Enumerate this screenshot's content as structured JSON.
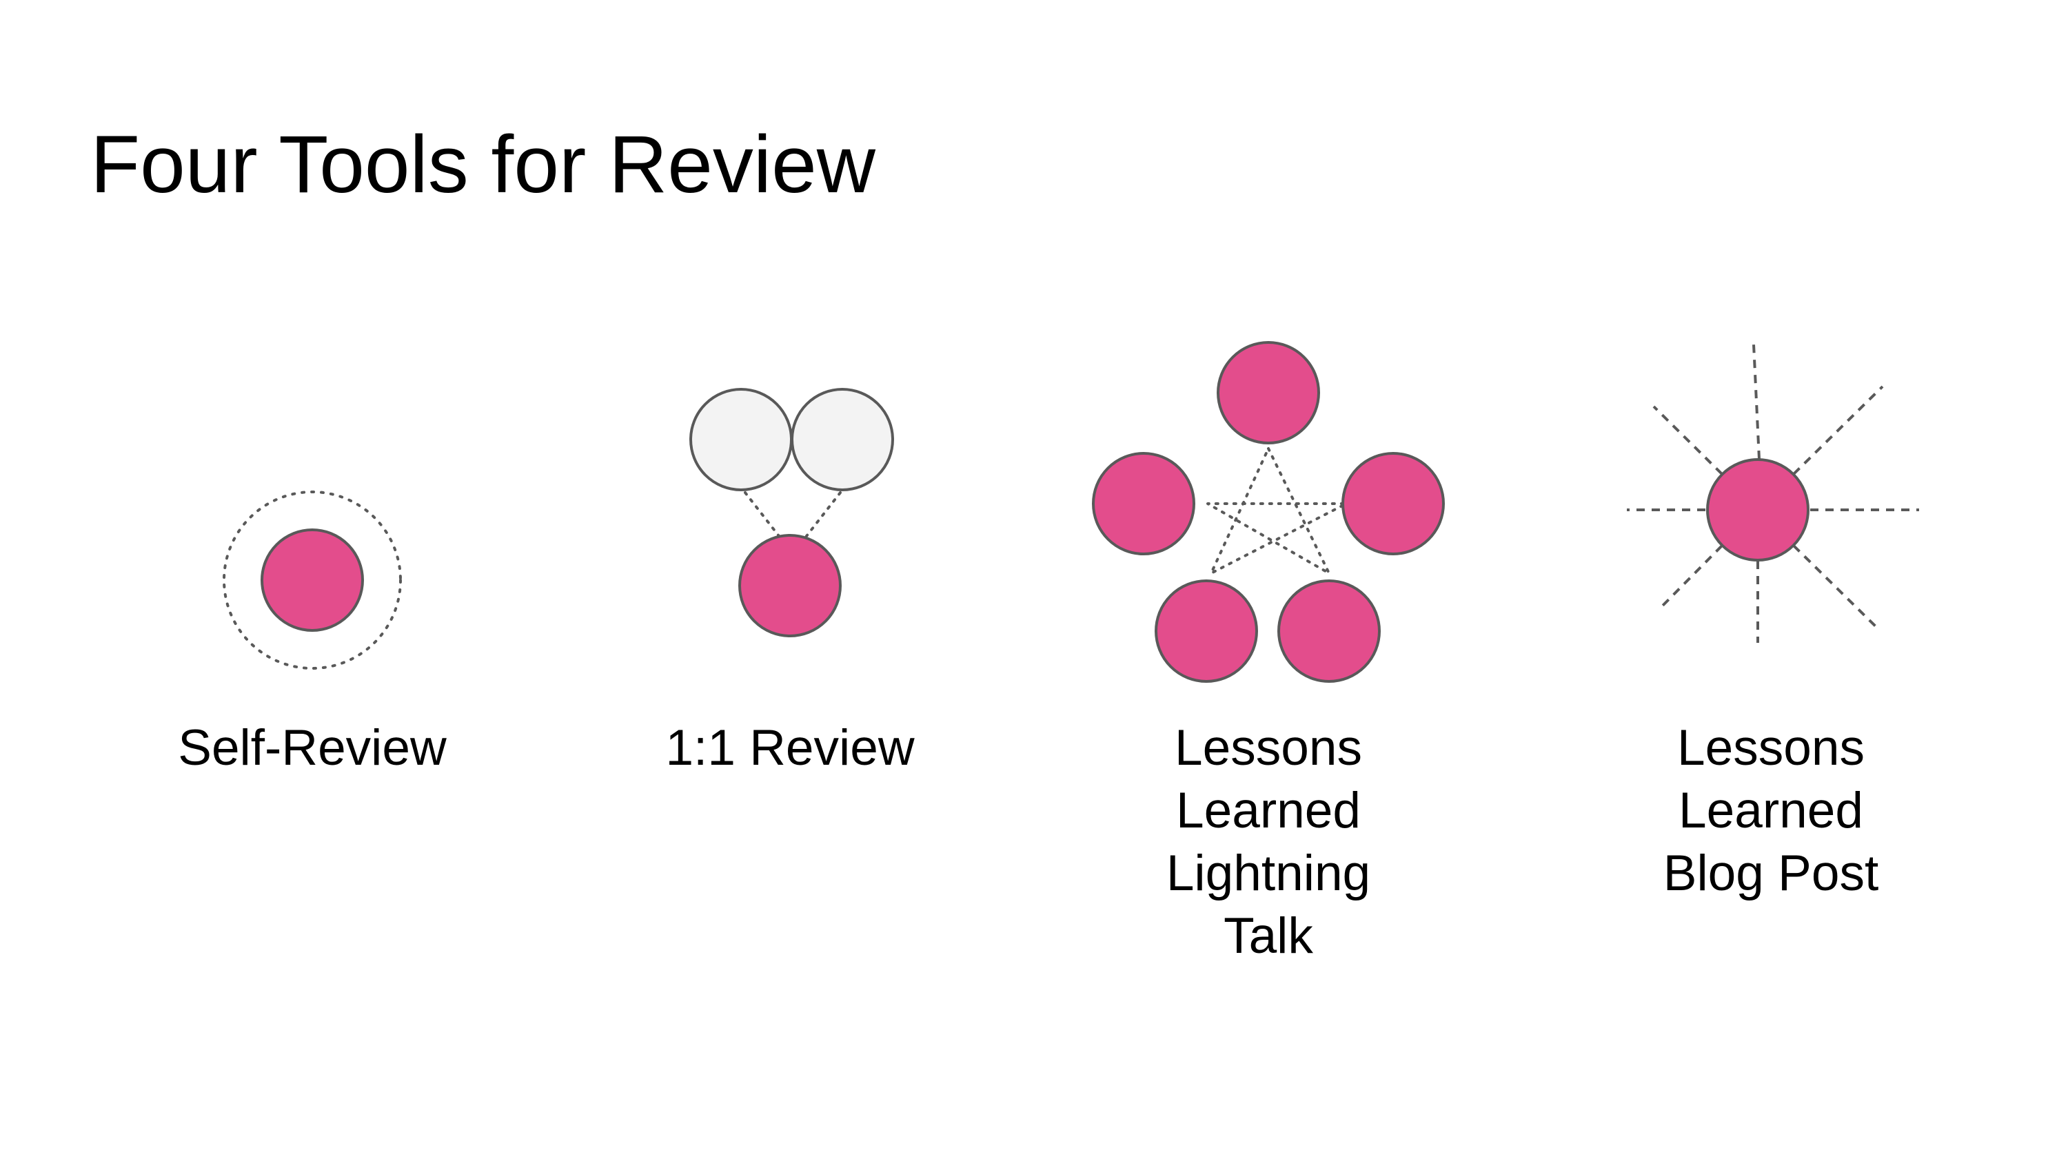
{
  "title": "Four Tools for Review",
  "colors": {
    "accent": "#E34D8C",
    "circle_stroke": "#595959",
    "neutral_fill": "#F3F3F3",
    "connector": "#595959"
  },
  "tools": [
    {
      "id": "self-review",
      "label_lines": [
        "Self-Review"
      ]
    },
    {
      "id": "one-on-one-review",
      "label_lines": [
        "1:1 Review"
      ]
    },
    {
      "id": "lightning-talk",
      "label_lines": [
        "Lessons",
        "Learned",
        "Lightning",
        "Talk"
      ]
    },
    {
      "id": "blog-post",
      "label_lines": [
        "Lessons",
        "Learned",
        "Blog Post"
      ]
    }
  ]
}
